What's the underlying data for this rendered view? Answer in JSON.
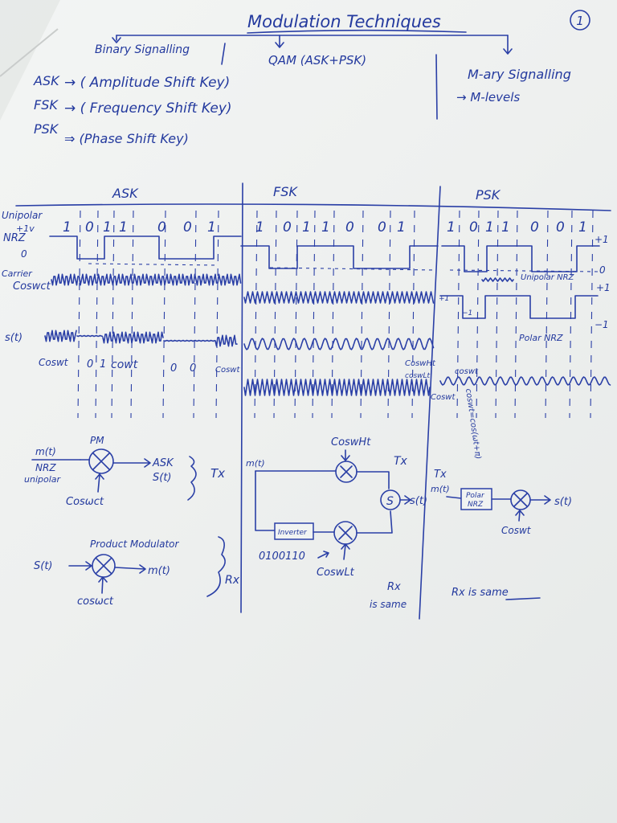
{
  "page_number": "1",
  "title": "Modulation Techniques",
  "top_branches": {
    "binary": "Binary Signalling",
    "qam": "QAM (ASK+PSK)",
    "mary": "M-ary Signalling",
    "mlevels": "→ M-levels"
  },
  "definitions": [
    {
      "abbr": "ASK",
      "text": "→ ( Amplitude Shift Key)"
    },
    {
      "abbr": "FSK",
      "text": "→ ( Frequency Shift Key)"
    },
    {
      "abbr": "PSK",
      "text": "⇒ (Phase Shift Key)"
    }
  ],
  "section_headers": {
    "ask": "ASK",
    "fsk": "FSK",
    "psk": "PSK"
  },
  "left_labels": {
    "unipolar": "Unipolar",
    "plus1v": "+1v",
    "nrz": "NRZ",
    "zero": "0",
    "carrier": "Carrier",
    "coswct": "Coswct",
    "st": "s(t)"
  },
  "bits": {
    "ask": [
      "1",
      "0",
      "1",
      "1",
      "0",
      "0",
      "1"
    ],
    "fsk": [
      "1",
      "0",
      "1",
      "1",
      "0",
      "0",
      "1"
    ],
    "psk": [
      "1",
      "0",
      "1",
      "1",
      "0",
      "0",
      "1"
    ]
  },
  "ask_st_labels": {
    "coswt": "Coswt",
    "b0a": "0",
    "b1": "1",
    "cowt": "cowt",
    "b0b": "0",
    "b0c": "0",
    "coswt2": "Coswt"
  },
  "fsk_labels": {
    "coswht": "CoswHt",
    "coswlt": "coswLt",
    "coswt_right": "Coswt"
  },
  "psk_labels": {
    "plus1_top": "+1",
    "zero_right": "0",
    "unipolar_nrz": "Unipolar NRZ",
    "plus1": "+1",
    "minus1": "−1",
    "polar_nrz": "Polar NRZ",
    "coswt": "coswt",
    "formula": "coswt=cos(ωt+π)",
    "m_plus1": "+1",
    "m_minus1": "−1"
  },
  "ask_tx": {
    "mt": "m(t)",
    "nrz": "NRZ",
    "unipolar": "unipolar",
    "pm": "PM",
    "ask_out": "ASK",
    "st_out": "S(t)",
    "carrier": "Cosωct",
    "tx": "Tx"
  },
  "ask_rx": {
    "title": "Product Modulator",
    "in": "S(t)",
    "out": "m(t)",
    "carrier": "cosωct",
    "rx": "Rx"
  },
  "fsk_tx": {
    "mt": "m(t)",
    "carrier_h": "CoswHt",
    "tx": "Tx",
    "inverter": "Inverter",
    "sum": "S",
    "out": "s(t)",
    "bits": "0100110",
    "carrier_l": "CoswLt",
    "rx1": "Rx",
    "rx2": "is same"
  },
  "psk_tx": {
    "tx": "Tx",
    "mt": "m(t)",
    "box_line1": "Polar",
    "box_line2": "NRZ",
    "out": "s(t)",
    "carrier": "Coswt",
    "rx": "Rx is same"
  },
  "chart_data": [
    {
      "type": "line",
      "title": "ASK",
      "series": [
        {
          "name": "Unipolar NRZ",
          "values": [
            1,
            0,
            1,
            1,
            0,
            0,
            1
          ]
        }
      ]
    },
    {
      "type": "line",
      "title": "FSK",
      "series": [
        {
          "name": "Unipolar NRZ",
          "values": [
            1,
            0,
            1,
            1,
            0,
            0,
            1
          ]
        }
      ]
    },
    {
      "type": "line",
      "title": "PSK",
      "series": [
        {
          "name": "Unipolar NRZ",
          "values": [
            1,
            0,
            1,
            1,
            0,
            0,
            1
          ]
        },
        {
          "name": "Polar NRZ",
          "values": [
            1,
            -1,
            1,
            1,
            -1,
            -1,
            1
          ]
        }
      ]
    }
  ]
}
